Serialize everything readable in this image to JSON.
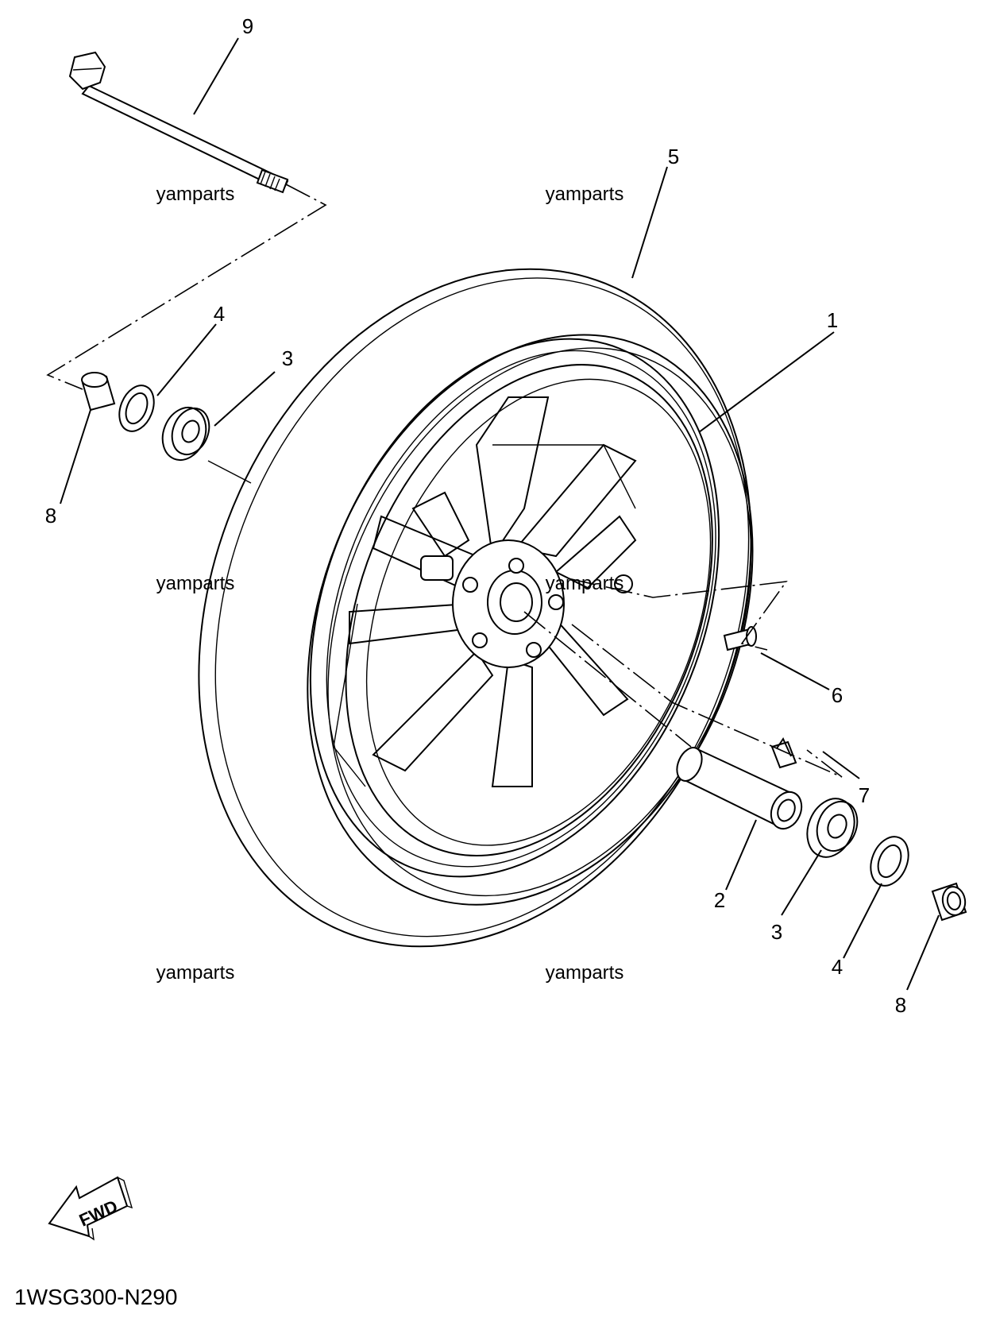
{
  "diagram": {
    "figure_code": "1WSG300-N290",
    "fwd_label": "FWD",
    "watermark": "yamparts",
    "callouts": {
      "c1": "1",
      "c2": "2",
      "c3a": "3",
      "c3b": "3",
      "c4a": "4",
      "c4b": "4",
      "c5": "5",
      "c6": "6",
      "c7": "7",
      "c8a": "8",
      "c8b": "8",
      "c9": "9"
    }
  }
}
